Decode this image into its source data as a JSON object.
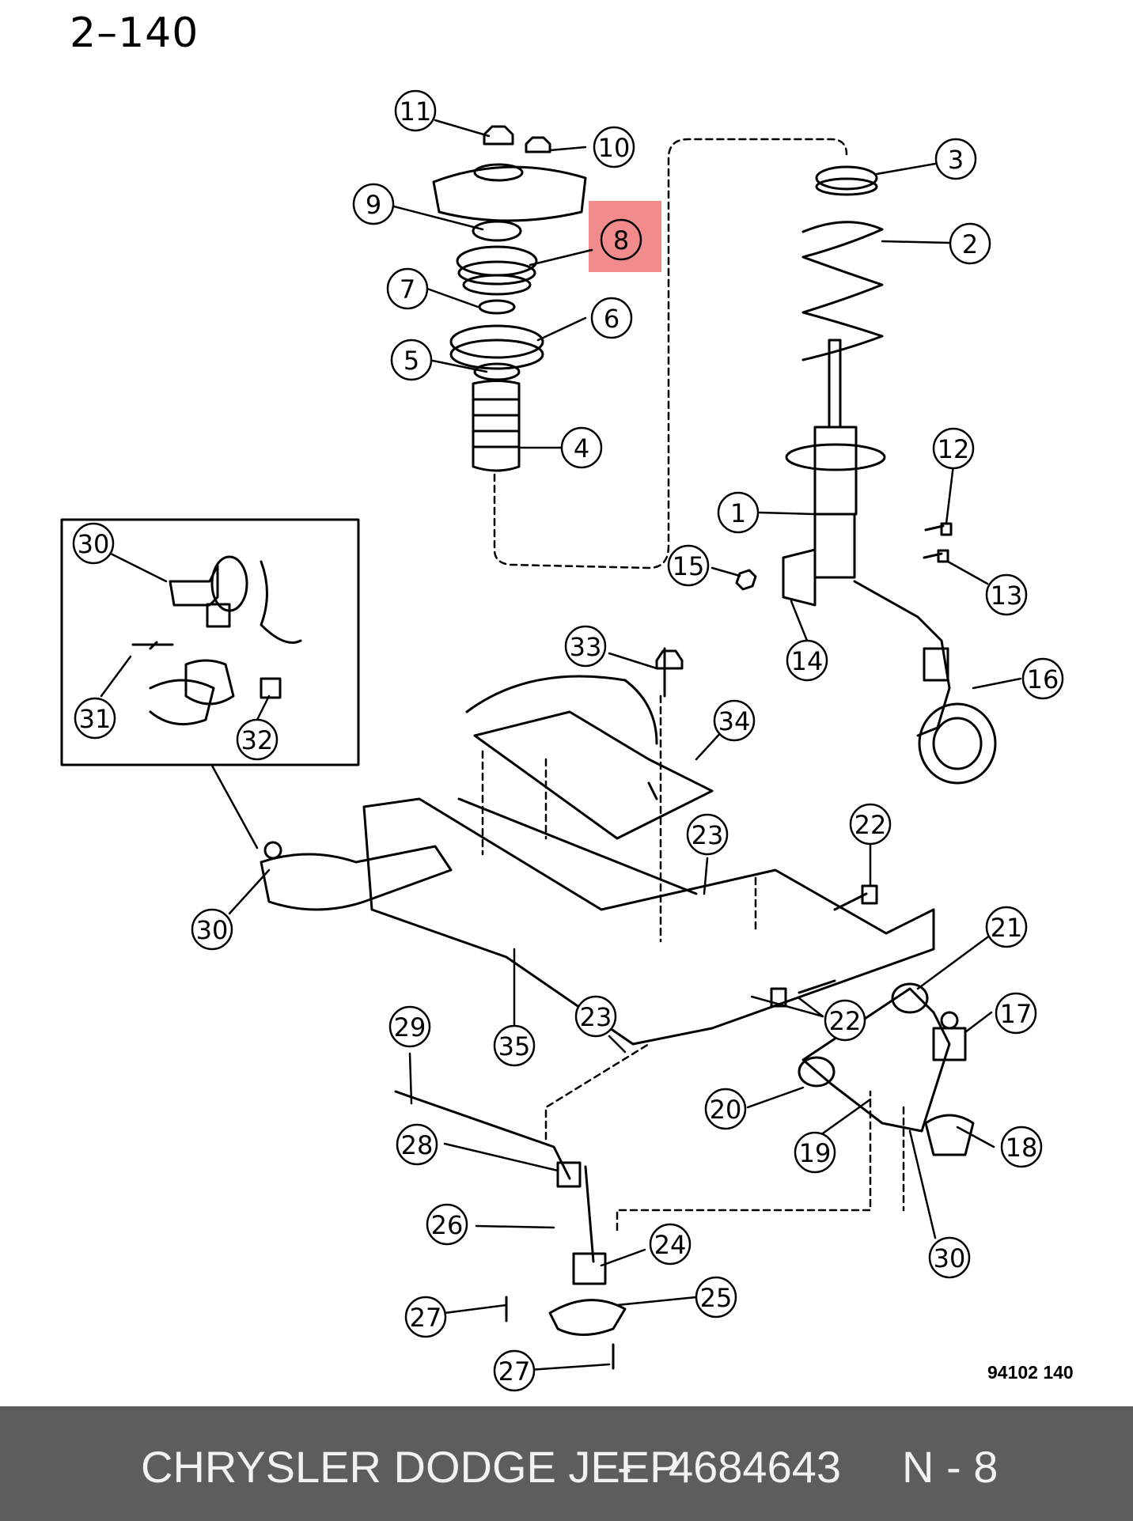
{
  "page_code": "2–140",
  "figure_code": "94102  140",
  "highlight": {
    "callout": "8",
    "color": "#f28b8b"
  },
  "callouts": [
    "1",
    "2",
    "3",
    "4",
    "5",
    "6",
    "7",
    "8",
    "9",
    "10",
    "11",
    "12",
    "13",
    "14",
    "15",
    "16",
    "17",
    "18",
    "19",
    "20",
    "21",
    "22",
    "22",
    "23",
    "23",
    "24",
    "25",
    "26",
    "27",
    "27",
    "28",
    "29",
    "30",
    "30",
    "30",
    "31",
    "32",
    "33",
    "34",
    "35"
  ],
  "footer": {
    "brand": "CHRYSLER DODGE JEEP",
    "separator": "-",
    "part_number": "4684643",
    "reference": "N - 8",
    "background": "#5d5d5d"
  }
}
